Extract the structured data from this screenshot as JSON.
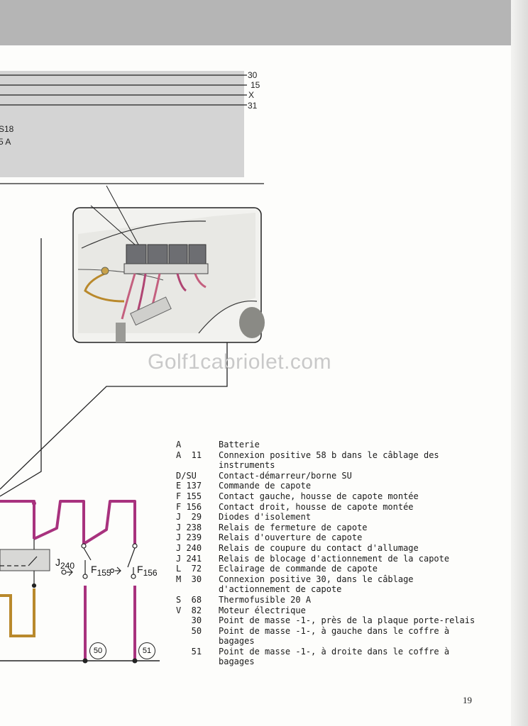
{
  "terminals": [
    "30",
    "15",
    "X",
    "31"
  ],
  "fragments": {
    "fuse_number": "S18",
    "fuse_rating": "5 A"
  },
  "watermark": "Golf1cabriolet.com",
  "components": {
    "j240": "J",
    "j240_sub": "240",
    "f155": "F",
    "f155_sub": "155",
    "f156": "F",
    "f156_sub": "156"
  },
  "ground_points": [
    "50",
    "51"
  ],
  "legend": [
    {
      "code": "A",
      "desc": "Batterie"
    },
    {
      "code": "A  11",
      "desc": "Connexion positive 58 b dans le câblage des instruments"
    },
    {
      "code": "D/SU",
      "desc": "Contact-démarreur/borne SU"
    },
    {
      "code": "E 137",
      "desc": "Commande de capote"
    },
    {
      "code": "F 155",
      "desc": "Contact gauche, housse de capote montée"
    },
    {
      "code": "F 156",
      "desc": "Contact droit, housse de capote montée"
    },
    {
      "code": "J  29",
      "desc": "Diodes d'isolement"
    },
    {
      "code": "J 238",
      "desc": "Relais de fermeture de capote"
    },
    {
      "code": "J 239",
      "desc": "Relais d'ouverture de capote"
    },
    {
      "code": "J 240",
      "desc": "Relais de coupure du contact d'allumage"
    },
    {
      "code": "J 241",
      "desc": "Relais de blocage d'actionnement de la capote"
    },
    {
      "code": "L  72",
      "desc": "Eclairage de commande de capote"
    },
    {
      "code": "M  30",
      "desc": "Connexion positive 30, dans le câblage d'actionnement de capote"
    },
    {
      "code": "S  68",
      "desc": "Thermofusible 20 A"
    },
    {
      "code": "V  82",
      "desc": "Moteur électrique"
    },
    {
      "code": "   30",
      "desc": "Point de masse -1-, près de la plaque porte-relais"
    },
    {
      "code": "   50",
      "desc": "Point de masse -1-, à gauche dans le coffre à bagages"
    },
    {
      "code": "   51",
      "desc": "Point de masse -1-, à droite dans le coffre à bagages"
    }
  ],
  "page_number": "19",
  "colors": {
    "wire_violet": "#a8327e",
    "wire_brown": "#b9892c",
    "panel_grey": "#d4d4d4",
    "band_grey": "#b5b5b5"
  }
}
